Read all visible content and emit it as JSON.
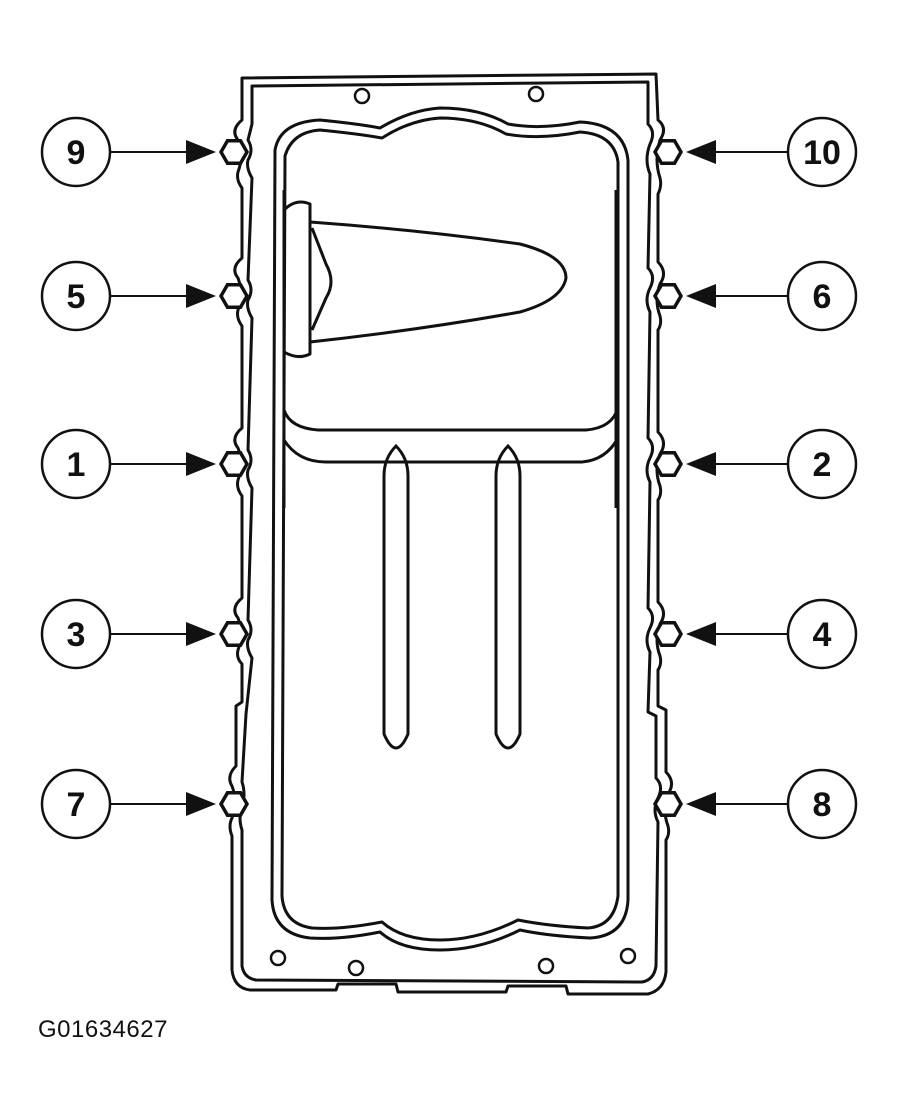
{
  "figure_id": "G01634627",
  "bolts": [
    {
      "number": "9",
      "side": "left",
      "row": 0
    },
    {
      "number": "10",
      "side": "right",
      "row": 0
    },
    {
      "number": "5",
      "side": "left",
      "row": 1
    },
    {
      "number": "6",
      "side": "right",
      "row": 1
    },
    {
      "number": "1",
      "side": "left",
      "row": 2
    },
    {
      "number": "2",
      "side": "right",
      "row": 2
    },
    {
      "number": "3",
      "side": "left",
      "row": 3
    },
    {
      "number": "4",
      "side": "right",
      "row": 3
    },
    {
      "number": "7",
      "side": "left",
      "row": 4
    },
    {
      "number": "8",
      "side": "right",
      "row": 4
    }
  ],
  "colors": {
    "line": "#111111",
    "background": "#ffffff"
  }
}
